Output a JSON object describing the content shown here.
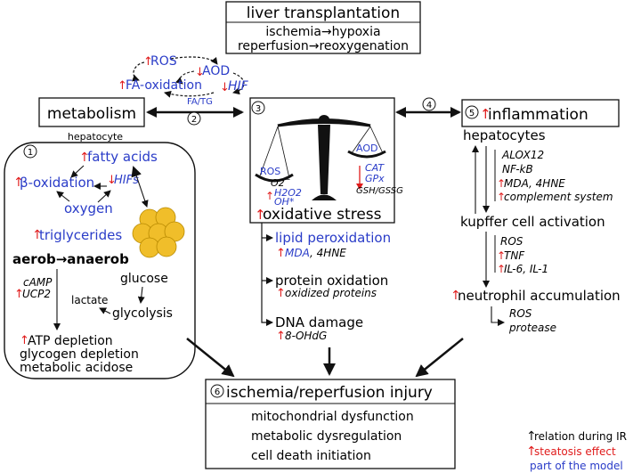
{
  "top": {
    "title": "liver transplantation",
    "line1": "ischemia→hypoxia",
    "line2": "reperfusion→reoxygenation"
  },
  "cycle": {
    "ros": "ROS",
    "aod": "AOD",
    "fa_oxidation": "FA-oxidation",
    "hif": "HIF",
    "fa_tg": "FA/TG"
  },
  "metabolism": {
    "title": "metabolism",
    "subtitle": "hepatocyte",
    "num": "①",
    "link_num": "②",
    "fatty_acids": "fatty acids",
    "beta_ox": "β-oxidation",
    "hifs": "HIFs",
    "oxygen": "oxygen",
    "triglycerides": "triglycerides",
    "aerob": "aerob→anaerob",
    "glucose": "glucose",
    "camp": "cAMP",
    "ucp2": "UCP2",
    "lactate": "lactate",
    "glycolysis": "glycolysis",
    "atp": "ATP depletion",
    "glycogen": "glycogen depletion",
    "acidose": "metabolic acidose"
  },
  "oxidative": {
    "num": "③",
    "link_num": "④",
    "ros": "ROS",
    "aod": "AOD",
    "o2": "O2",
    "o2_sup": "−",
    "h2o2": "H2O2",
    "oh": "OH*",
    "cat": "CAT",
    "gpx": "GPx",
    "gsh": "GSH/GSSG",
    "title": "oxidative stress",
    "lipid": "lipid peroxidation",
    "mda": "MDA",
    "hne": ", 4HNE",
    "protein": "protein oxidation",
    "oxidized": "oxidized proteins",
    "dna": "DNA damage",
    "ohdg": "8-OHdG"
  },
  "inflammation": {
    "num": "⑤",
    "title": "inflammation",
    "hepatocytes": "hepatocytes",
    "alox": "ALOX12",
    "nfkb": "NF-kB",
    "mda": "MDA, 4HNE",
    "complement": "complement system",
    "kupffer": "kupffer cell activation",
    "ros": "ROS",
    "tnf": "TNF",
    "il": "IL-6, IL-1",
    "neutrophil": "neutrophil accumulation",
    "ros2": "ROS",
    "protease": "protease"
  },
  "injury": {
    "num": "⑥",
    "title": "ischemia/reperfusion injury",
    "line1": "mitochondrial dysfunction",
    "line2": "metabolic dysregulation",
    "line3": "cell death initiation"
  },
  "legend": {
    "relation": "relation during IR",
    "steatosis": "steatosis effect",
    "model": "part of the model"
  },
  "colors": {
    "blue": "#2a3cc8",
    "red": "#e01b1b",
    "fat": "#f0be2a"
  }
}
